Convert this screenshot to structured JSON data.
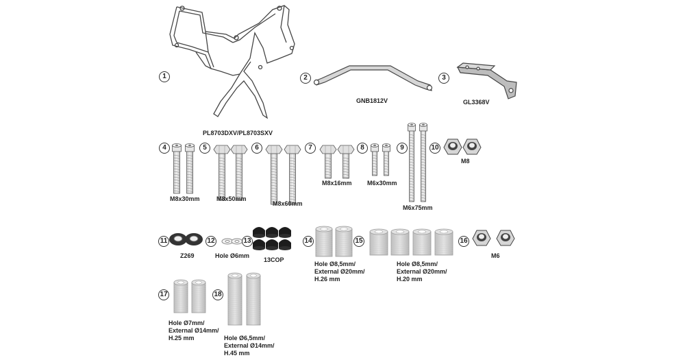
{
  "parts": [
    {
      "no": "1",
      "label": "PL8703DXV/PL8703SXV"
    },
    {
      "no": "2",
      "label": "GNB1812V"
    },
    {
      "no": "3",
      "label": "GL3368V"
    },
    {
      "no": "4",
      "label": "M8x30mm"
    },
    {
      "no": "5",
      "label": "M8x50mm"
    },
    {
      "no": "6",
      "label": "M8x60mm"
    },
    {
      "no": "7",
      "label": "M8x16mm"
    },
    {
      "no": "8",
      "label": "M6x30mm"
    },
    {
      "no": "9",
      "label": "M6x75mm"
    },
    {
      "no": "10",
      "label": "M8"
    },
    {
      "no": "11",
      "label": "Z269"
    },
    {
      "no": "12",
      "label": "Hole Ø6mm"
    },
    {
      "no": "13",
      "label": "13COP"
    },
    {
      "no": "14",
      "label": [
        "Hole Ø8,5mm/",
        "External Ø20mm/",
        "H.26 mm"
      ]
    },
    {
      "no": "15",
      "label": [
        "Hole Ø8,5mm/",
        "External Ø20mm/",
        "H.20 mm"
      ]
    },
    {
      "no": "16",
      "label": "M6"
    },
    {
      "no": "17",
      "label": [
        "Hole Ø7mm/",
        "External Ø14mm/",
        "H.25 mm"
      ]
    },
    {
      "no": "18",
      "label": [
        "Hole Ø6,5mm/",
        "External Ø14mm/",
        "H.45 mm"
      ]
    }
  ]
}
